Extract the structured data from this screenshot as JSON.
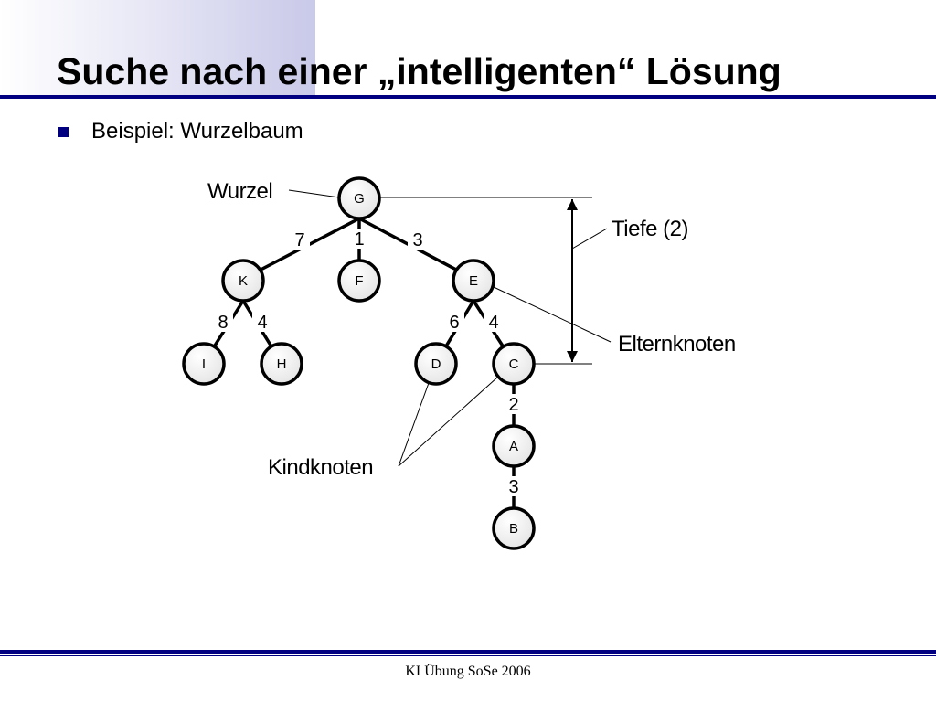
{
  "slide": {
    "title": "Suche nach einer „intelligenten“ Lösung",
    "bullet": "Beispiel: Wurzelbaum",
    "footer": "KI Übung SoSe 2006"
  },
  "tree": {
    "nodes": {
      "G": "G",
      "K": "K",
      "F": "F",
      "E": "E",
      "I": "I",
      "H": "H",
      "D": "D",
      "C": "C",
      "A": "A",
      "B": "B"
    },
    "edges": {
      "G_K": "7",
      "G_F": "1",
      "G_E": "3",
      "K_I": "8",
      "K_H": "4",
      "E_D": "6",
      "E_C": "4",
      "C_A": "2",
      "A_B": "3"
    }
  },
  "annotations": {
    "root": "Wurzel",
    "depth": "Tiefe (2)",
    "parent": "Elternknoten",
    "children": "Kindknoten"
  },
  "colors": {
    "accent": "#000080",
    "title_gradient": "#c9c9e9"
  }
}
